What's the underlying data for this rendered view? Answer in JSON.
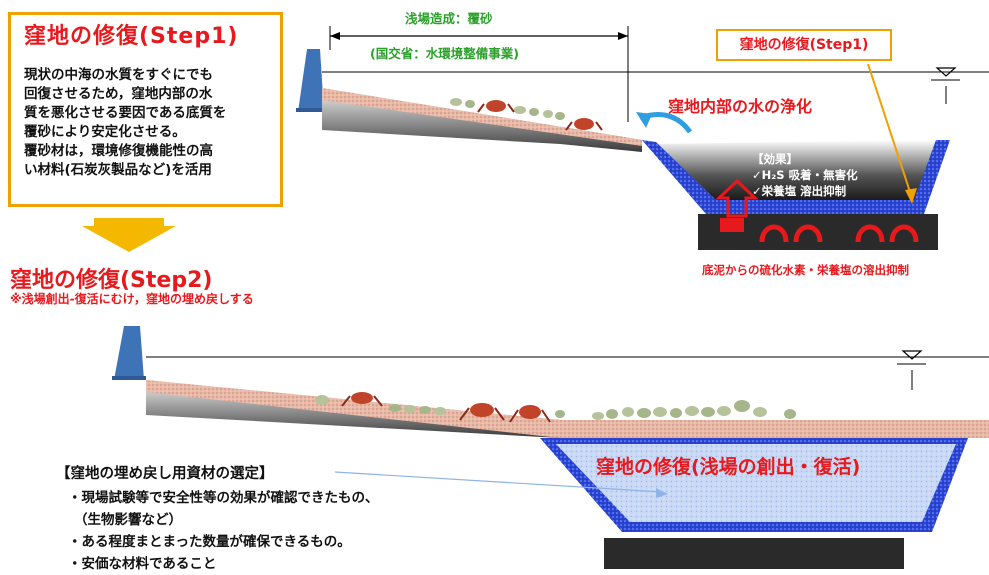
{
  "step1": {
    "title": "窪地の修復(Step1)",
    "description_lines": [
      "現状の中海の水質をすぐにでも",
      "回復させるため，窪地内部の水",
      "質を悪化させる要因である底質を",
      "覆砂により安定化させる。",
      "覆砂材は，環境修復機能性の高",
      "い材料(石炭灰製品など)を活用"
    ],
    "tag_label": "窪地の修復(Step1)"
  },
  "top_diagram": {
    "shallows_label": "浅場造成：覆砂",
    "project_label": "(国交省：水環境整備事業)",
    "purification_label": "窪地内部の水の浄化",
    "effect_header": "【効果】",
    "effect_line1": "✓H₂S 吸着・無害化",
    "effect_line2": "✓栄養塩 溶出抑制",
    "sediment_label": "底泥からの硫化水素・栄養塩の溶出抑制"
  },
  "step2": {
    "title": "窪地の修復(Step2)",
    "subtitle": "※浅場創出-復活にむけ，窪地の埋め戻しする"
  },
  "bottom_diagram": {
    "restoration_label": "窪地の修復(浅場の創出・復活)"
  },
  "materials": {
    "title": "【窪地の埋め戻し用資材の選定】",
    "items": [
      "・現場試験等で安全性等の効果が確認できたもの、",
      "（生物影響など）",
      "・ある程度まとまった数量が確保できるもの。",
      "・安価な材料であること"
    ]
  },
  "colors": {
    "accent_red": "#e8191c",
    "frame_orange": "#f0a000",
    "label_green": "#2aa02a",
    "water_blue": "#1f3fd0",
    "seawall_blue": "#3f73b8",
    "sediment_dark": "#2a2a2a"
  }
}
